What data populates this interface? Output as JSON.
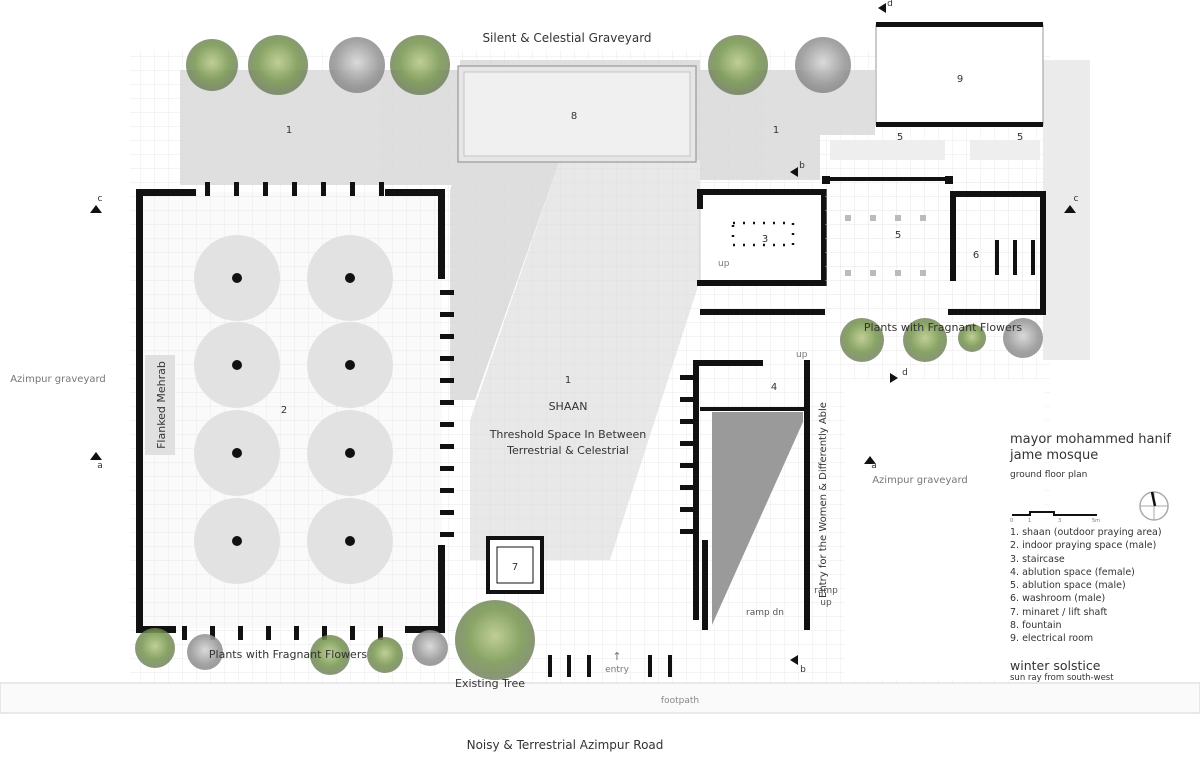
{
  "context": {
    "top": "Silent & Celestial Graveyard",
    "bottom": "Noisy & Terrestrial Azimpur Road",
    "left_graveyard": "Azimpur graveyard",
    "right_graveyard": "Azimpur graveyard",
    "footpath": "footpath",
    "existing_tree": "Existing Tree",
    "plants_bottom": "Plants with Fragnant Flowers",
    "plants_right": "Plants with Fragnant Flowers"
  },
  "spaces": {
    "shaan_number": "1",
    "shaan_title": "SHAAN",
    "shaan_sub1": "Threshold Space In Between",
    "shaan_sub2": "Terrestrial & Celestrial",
    "mehrab": "Flanked Mehrab",
    "room_labels": {
      "r1a": "1",
      "r1b": "1",
      "r2": "2",
      "r3": "3",
      "r4": "4",
      "r5a": "5",
      "r5b": "5",
      "r5c": "5",
      "r6": "6",
      "r7": "7",
      "r8": "8",
      "r9": "9"
    },
    "up1": "up",
    "up2": "up",
    "ramp_dn": "ramp dn",
    "ramp_up1": "ramp",
    "ramp_up2": "up",
    "entry": "entry",
    "women_entry": "Entry for the Women & Differently Able"
  },
  "sections": {
    "a": "a",
    "b": "b",
    "c": "c",
    "d": "d"
  },
  "legend": {
    "title1": "mayor mohammed hanif",
    "title2": "jame mosque",
    "subtitle": "ground floor plan",
    "scale_ticks": [
      "0",
      "1",
      "3",
      "5m"
    ],
    "items": [
      "1. shaan (outdoor praying area)",
      "2. indoor praying space (male)",
      "3. staircase",
      "4. ablution space (female)",
      "5. ablution space (male)",
      "6. washroom (male)",
      "7. minaret / lift shaft",
      "8. fountain",
      "9. electrical room"
    ],
    "season": "winter solstice",
    "sun": "sun ray from south-west"
  },
  "colors": {
    "wall": "#111111",
    "shadow": "#d9d9d9",
    "tree": "#7a9a55",
    "ground": "#f2f2f2"
  }
}
